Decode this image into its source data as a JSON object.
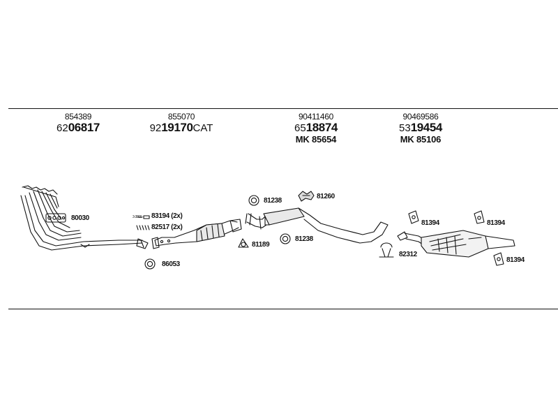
{
  "headers": [
    {
      "oe": "854389",
      "prefix": "62",
      "number": "06817",
      "suffix": "",
      "mk": ""
    },
    {
      "oe": "855070",
      "prefix": "92",
      "number": "19170",
      "suffix": "CAT",
      "mk": ""
    },
    {
      "oe": "90411460",
      "prefix": "65",
      "number": "18874",
      "suffix": "",
      "mk": "MK  85654"
    },
    {
      "oe": "90469586",
      "prefix": "53",
      "number": "19454",
      "suffix": "",
      "mk": "MK  85106"
    }
  ],
  "parts": {
    "p80030": "80030",
    "p83194": "83194 (2x)",
    "p82517": "82517 (2x)",
    "p86053": "86053",
    "p81238a": "81238",
    "p81260": "81260",
    "p81238b": "81238",
    "p81189": "81189",
    "p81394a": "81394",
    "p81394b": "81394",
    "p81394c": "81394",
    "p82312": "82312",
    "tiny": "3-3800"
  }
}
